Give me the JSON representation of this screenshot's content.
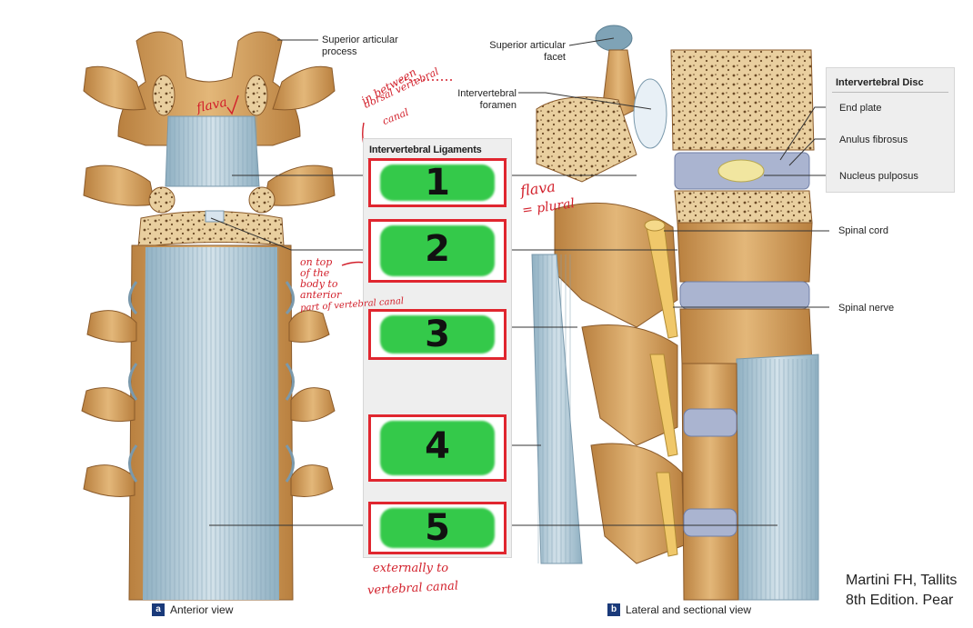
{
  "labels": {
    "superior_articular_process": "Superior articular process",
    "superior_articular_facet": "Superior articular facet",
    "intervertebral_foramen": "Intervertebral foramen",
    "spinal_cord": "Spinal cord",
    "spinal_nerve": "Spinal nerve"
  },
  "intervertebral_disc": {
    "title": "Intervertebral Disc",
    "items": [
      "End plate",
      "Anulus fibrosus",
      "Nucleus pulposus"
    ]
  },
  "ligaments_panel": {
    "title": "Intervertebral Ligaments",
    "boxes": [
      "1",
      "2",
      "3",
      "4",
      "5"
    ]
  },
  "handwritten": {
    "flava": "flava",
    "between_1": "in between",
    "between_2": "dorsal vertebral",
    "between_3": "canal",
    "flava_plural_1": "flava",
    "flava_plural_2": "= plural",
    "on_top_1": "on top",
    "on_top_2": "of the",
    "on_top_3": "body to",
    "on_top_4": "anterior",
    "on_top_5": "part of vertebral canal",
    "external_1": "externally to",
    "external_2": "vertebral canal"
  },
  "views": {
    "a_tag": "a",
    "a_label": "Anterior view",
    "b_tag": "b",
    "b_label": "Lateral and sectional view"
  },
  "citation": {
    "line1": "Martini FH, Tallits",
    "line2": "8th Edition. Pear"
  },
  "colors": {
    "bone": "#d8a86a",
    "bone_dark": "#a8743c",
    "ligament": "#b9cfdc",
    "annotation_red": "#d21f2a",
    "highlight_green": "#34c94a",
    "box_red": "#e0262f"
  }
}
